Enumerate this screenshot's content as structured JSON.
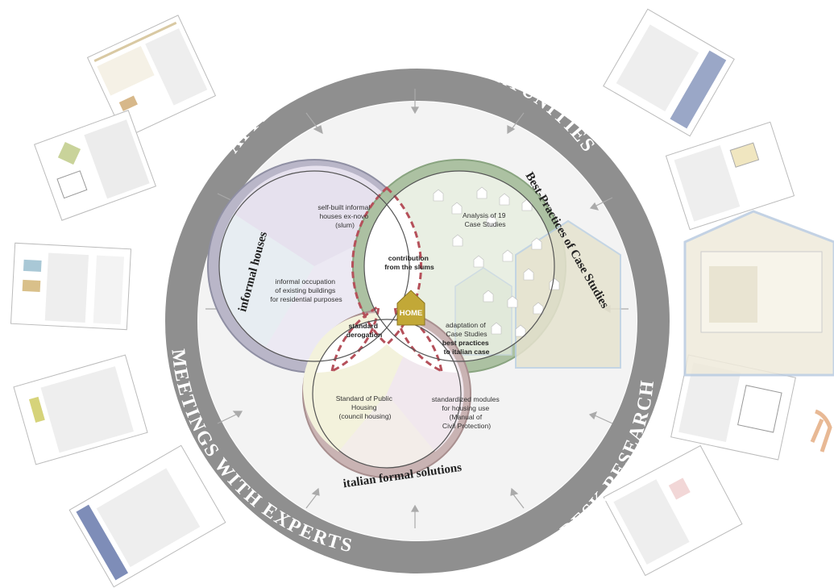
{
  "ring": {
    "top": "APPLIED RESEARCH OPPORTUNITIES",
    "left": "MEETINGS WITH EXPERTS",
    "right": "DESK RESEARCH"
  },
  "circles": {
    "informal": "informal houses",
    "best_practices": "Best-Practices of Case Studies",
    "italian": "italian formal solutions"
  },
  "regions": {
    "slum": [
      "self-built informal",
      "houses ex-novo",
      "(slum)"
    ],
    "occupation": [
      "informal occupation",
      "of existing buildings",
      "for residential purposes"
    ],
    "case_studies": [
      "Analysis of 19",
      "Case Studies"
    ],
    "contribution": [
      "contribution",
      "from the slums"
    ],
    "derogation": [
      "standard",
      "derogation"
    ],
    "adaptation": [
      "adaptation of",
      "Case Studies"
    ],
    "adaptation_bold": [
      "best practices",
      "to italian case"
    ],
    "public_housing": [
      "Standard of Public",
      "Housing",
      "(council housing)"
    ],
    "modules": [
      "standardized modules",
      "for housing use",
      "(Manual of",
      "Civil Protection)"
    ]
  },
  "center": {
    "label": "HOME"
  },
  "colors": {
    "ring": "#8f8f8f",
    "informal_circle": "#b9b6c8",
    "best_circle": "#a9bf9e",
    "italian_circle": "#c9b3b3",
    "dashed": "#b5505a",
    "home": "#c2a837"
  }
}
